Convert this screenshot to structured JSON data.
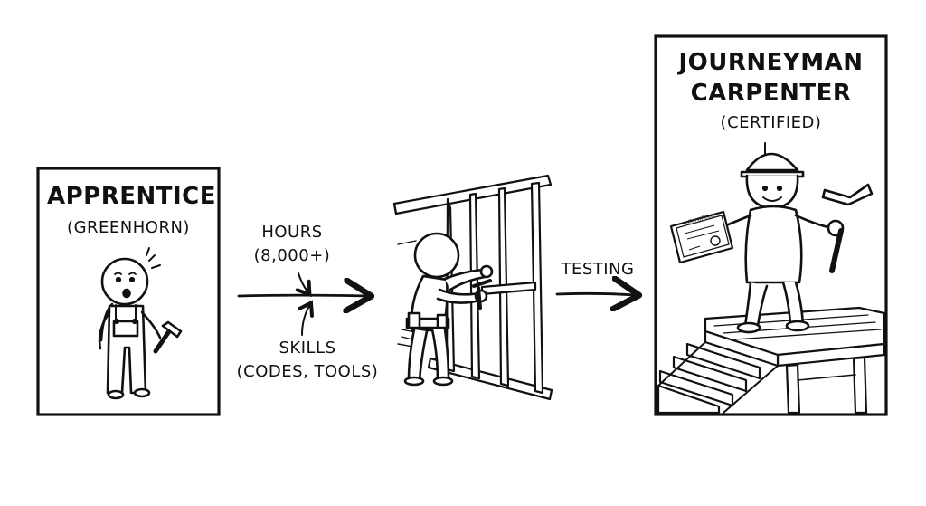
{
  "apprentice": {
    "title": "APPRENTICE",
    "subtitle": "(GREENHORN)"
  },
  "arrow_one": {
    "top_label": "HOURS",
    "top_value": "(8,000+)",
    "bottom_label": "SKILLS",
    "bottom_value": "(CODES, TOOLS)"
  },
  "arrow_two": {
    "label": "TESTING"
  },
  "journeyman": {
    "title_line1": "JOURNEYMAN",
    "title_line2": "CARPENTER",
    "subtitle": "(CERTIFIED)",
    "certificate_text": "Certificate"
  },
  "colors": {
    "ink": "#111111",
    "paper": "#ffffff",
    "wood": "#ffffff"
  }
}
